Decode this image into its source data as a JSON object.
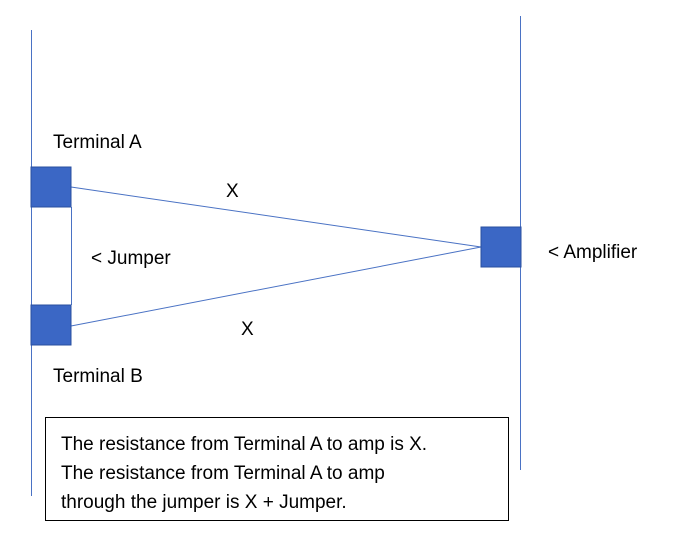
{
  "diagram": {
    "terminal_a": "Terminal A",
    "terminal_b": "Terminal B",
    "jumper": "< Jumper",
    "amplifier": "< Amplifier",
    "x_top": "X",
    "x_bottom": "X"
  },
  "note": {
    "lines": [
      "The resistance from Terminal A to amp is X.",
      "The resistance from Terminal A to amp",
      "through the jumper is X + Jumper."
    ]
  },
  "colors": {
    "terminal_fill": "#3b67c5",
    "terminal_stroke": "#2a4f9f",
    "wire": "#4a72c4",
    "rail": "#4a72c4"
  }
}
